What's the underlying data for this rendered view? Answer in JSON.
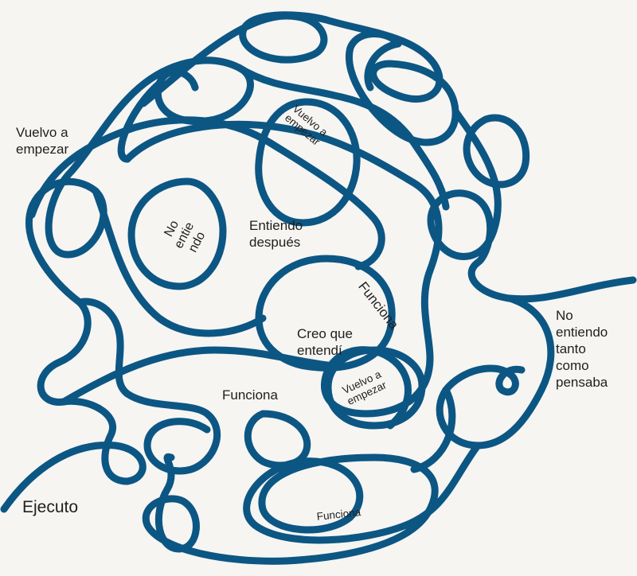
{
  "line_color": "#0c5684",
  "background": "#f6f5f2",
  "labels": {
    "vuelvo_left": "Vuelvo a\nempezar",
    "vuelvo_top": "Vuelvo a\nempezar",
    "no_entiendo": "No\nentie\nndo",
    "entiendo_despues": "Entiendo\ndespués",
    "funciona_diag": "Funciona",
    "creo_que_entendi": "Creo que\nentendí",
    "vuelvo_bottom": "Vuelvo a\nempezar",
    "funciona_mid": "Funciona",
    "funciona_bottom": "Funciona",
    "no_entiendo_tanto": "No\nentiendo\ntanto\ncomo\npensaba",
    "ejecuto": "Ejecuto"
  }
}
